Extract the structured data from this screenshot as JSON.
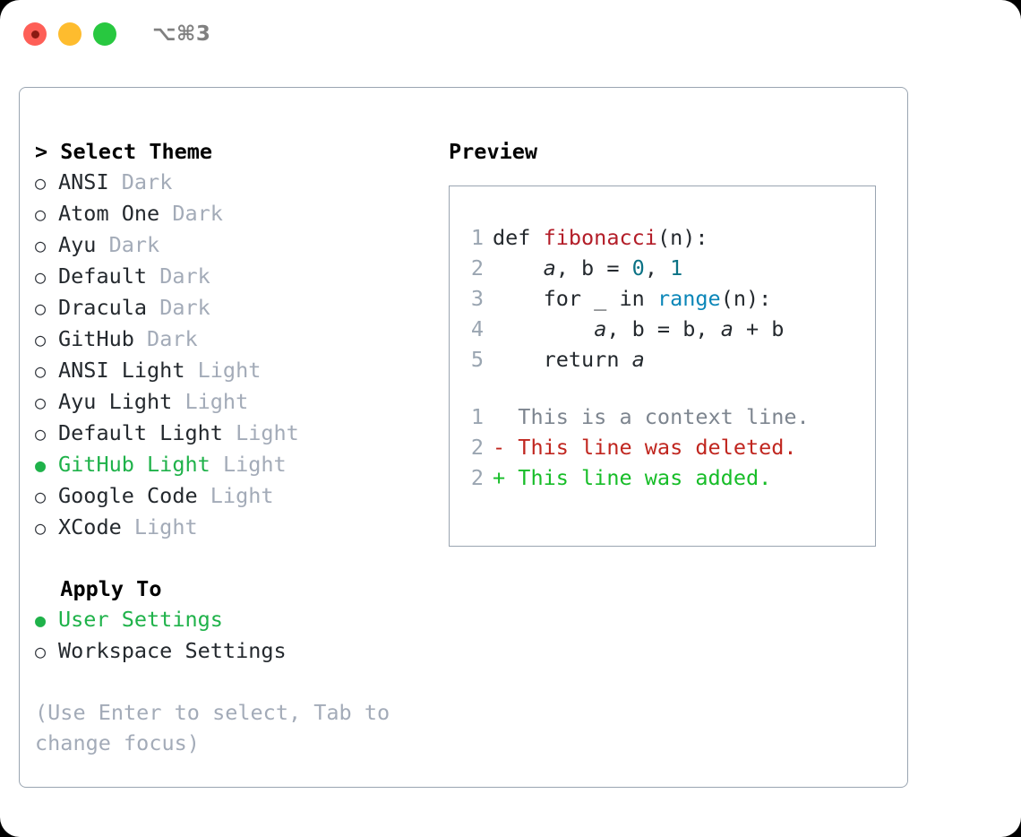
{
  "titlebar": {
    "shortcut": "⌥⌘3",
    "lights": [
      {
        "name": "close",
        "color": "#fe5f57"
      },
      {
        "name": "minimize",
        "color": "#febc2e"
      },
      {
        "name": "maximize",
        "color": "#28c840"
      }
    ]
  },
  "theme_picker": {
    "header": "> Select Theme",
    "selected_marker": "●",
    "unselected_marker": "○",
    "options": [
      {
        "name": "ANSI",
        "category": "Dark",
        "selected": false
      },
      {
        "name": "Atom One",
        "category": "Dark",
        "selected": false
      },
      {
        "name": "Ayu",
        "category": "Dark",
        "selected": false
      },
      {
        "name": "Default",
        "category": "Dark",
        "selected": false
      },
      {
        "name": "Dracula",
        "category": "Dark",
        "selected": false
      },
      {
        "name": "GitHub",
        "category": "Dark",
        "selected": false
      },
      {
        "name": "ANSI Light",
        "category": "Light",
        "selected": false
      },
      {
        "name": "Ayu Light",
        "category": "Light",
        "selected": false
      },
      {
        "name": "Default Light",
        "category": "Light",
        "selected": false
      },
      {
        "name": "GitHub Light",
        "category": "Light",
        "selected": true
      },
      {
        "name": "Google Code",
        "category": "Light",
        "selected": false
      },
      {
        "name": "XCode",
        "category": "Light",
        "selected": false
      }
    ]
  },
  "apply_to": {
    "header": "Apply To",
    "options": [
      {
        "name": "User Settings",
        "selected": true
      },
      {
        "name": "Workspace Settings",
        "selected": false
      }
    ]
  },
  "help": {
    "text": "(Use Enter to select, Tab to change focus)"
  },
  "preview": {
    "title": "Preview",
    "code_lines": [
      {
        "lineno": "1",
        "tokens": [
          {
            "text": "def ",
            "type": "plain"
          },
          {
            "text": "fibonacci",
            "type": "function"
          },
          {
            "text": "(n):",
            "type": "plain"
          }
        ]
      },
      {
        "lineno": "2",
        "tokens": [
          {
            "text": "    ",
            "type": "plain"
          },
          {
            "text": "a",
            "type": "variable"
          },
          {
            "text": ", ",
            "type": "plain"
          },
          {
            "text": "b",
            "type": "plain"
          },
          {
            "text": " = ",
            "type": "plain"
          },
          {
            "text": "0",
            "type": "number"
          },
          {
            "text": ", ",
            "type": "plain"
          },
          {
            "text": "1",
            "type": "number"
          }
        ]
      },
      {
        "lineno": "3",
        "tokens": [
          {
            "text": "    for _ in ",
            "type": "plain"
          },
          {
            "text": "range",
            "type": "call"
          },
          {
            "text": "(n):",
            "type": "plain"
          }
        ]
      },
      {
        "lineno": "4",
        "tokens": [
          {
            "text": "        ",
            "type": "plain"
          },
          {
            "text": "a",
            "type": "variable"
          },
          {
            "text": ", b = b, ",
            "type": "plain"
          },
          {
            "text": "a",
            "type": "variable"
          },
          {
            "text": " + b",
            "type": "plain"
          }
        ]
      },
      {
        "lineno": "5",
        "tokens": [
          {
            "text": "    return ",
            "type": "plain"
          },
          {
            "text": "a",
            "type": "variable"
          }
        ]
      }
    ],
    "diff_lines": [
      {
        "lineno": "1",
        "sign": "  ",
        "text": "This is a context line.",
        "kind": "context"
      },
      {
        "lineno": "2",
        "sign": "- ",
        "text": "This line was deleted.",
        "kind": "deleted"
      },
      {
        "lineno": "2",
        "sign": "+ ",
        "text": "This line was added.",
        "kind": "added"
      }
    ]
  },
  "colors": {
    "accent_green": "#1fb24a",
    "muted": "#a3abb8",
    "border": "#9aa5b1",
    "code_fg": "#24292e",
    "function": "#b31d28",
    "number": "#0b7285",
    "call": "#0b86b8",
    "diff_added": "#17bd28",
    "diff_deleted": "#c0261f",
    "diff_context": "#7d858f"
  }
}
